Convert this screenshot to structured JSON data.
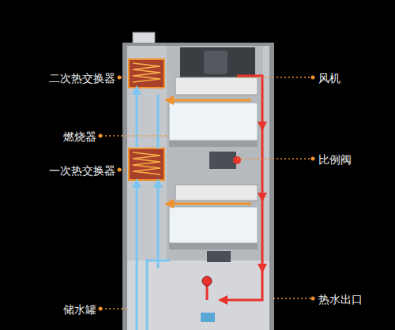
{
  "diagram": {
    "labels": [
      "二次热交换器",
      "风机",
      "燃烧器",
      "比例阀",
      "一次热交换器",
      "热水出口",
      "储水罐"
    ]
  }
}
